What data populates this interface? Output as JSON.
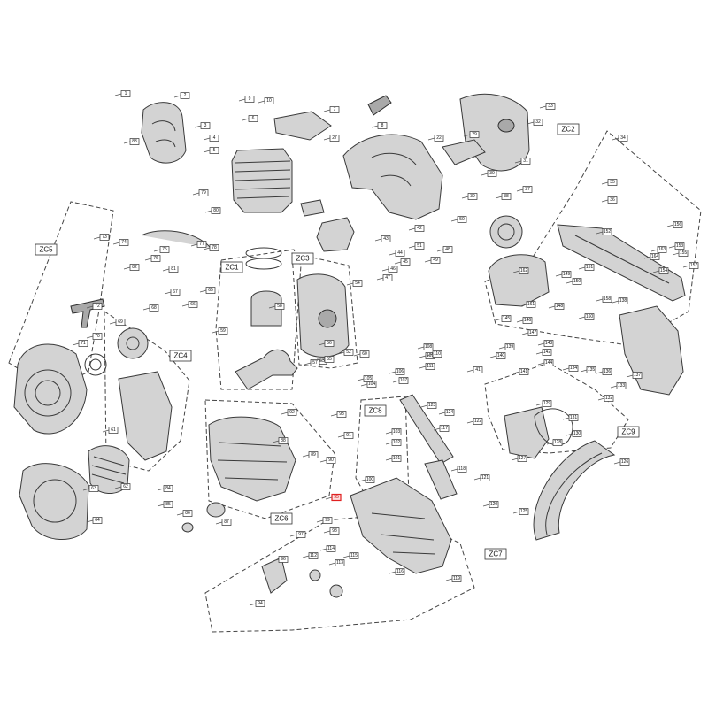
{
  "colors": {
    "line": "#3a3a3a",
    "fill": "#d3d3d3",
    "highlight": "#e02020"
  },
  "zones": [
    {
      "id": "ZC1",
      "label": "ZC1"
    },
    {
      "id": "ZC2",
      "label": "ZC2"
    },
    {
      "id": "ZC3",
      "label": "ZC3"
    },
    {
      "id": "ZC4",
      "label": "ZC4"
    },
    {
      "id": "ZC5",
      "label": "ZC5"
    },
    {
      "id": "ZC6",
      "label": "ZC6"
    },
    {
      "id": "ZC7",
      "label": "ZC7"
    },
    {
      "id": "ZC8",
      "label": "ZC8"
    },
    {
      "id": "ZC9",
      "label": "ZC9"
    }
  ],
  "callouts": [
    "1",
    "2",
    "83",
    "3",
    "4",
    "5",
    "6",
    "9",
    "10",
    "7",
    "27",
    "8",
    "22",
    "29",
    "30",
    "31",
    "32",
    "33",
    "34",
    "35",
    "36",
    "37",
    "38",
    "39",
    "41",
    "42",
    "43",
    "44",
    "45",
    "46",
    "47",
    "48",
    "49",
    "50",
    "51",
    "52",
    "53",
    "54",
    "55",
    "56",
    "57",
    "58",
    "59",
    "60",
    "61",
    "62",
    "63",
    "64",
    "65",
    "66",
    "67",
    "68",
    "69",
    "70",
    "71",
    "72",
    "73",
    "74",
    "75",
    "76",
    "77",
    "78",
    "79",
    "80",
    "81",
    "82",
    "84",
    "85",
    "86",
    "87",
    "88",
    "89",
    "90",
    "91",
    "92",
    "93",
    "94",
    "95",
    "96",
    "97",
    "98",
    "99",
    "100",
    "101",
    "102",
    "103",
    "104",
    "105",
    "106",
    "107",
    "108",
    "109",
    "110",
    "111",
    "112",
    "113",
    "114",
    "115",
    "116",
    "117",
    "118",
    "119",
    "120",
    "121",
    "122",
    "123",
    "124",
    "125",
    "126",
    "127",
    "128",
    "129",
    "130",
    "131",
    "132",
    "133",
    "134",
    "135",
    "136",
    "137",
    "138",
    "139",
    "140",
    "141",
    "142",
    "143",
    "144",
    "145",
    "146",
    "147",
    "148",
    "149",
    "150",
    "151",
    "152",
    "153",
    "154",
    "155",
    "156",
    "157",
    "158",
    "160",
    "161",
    "162",
    "163",
    "164"
  ],
  "highlighted_callout": "95"
}
